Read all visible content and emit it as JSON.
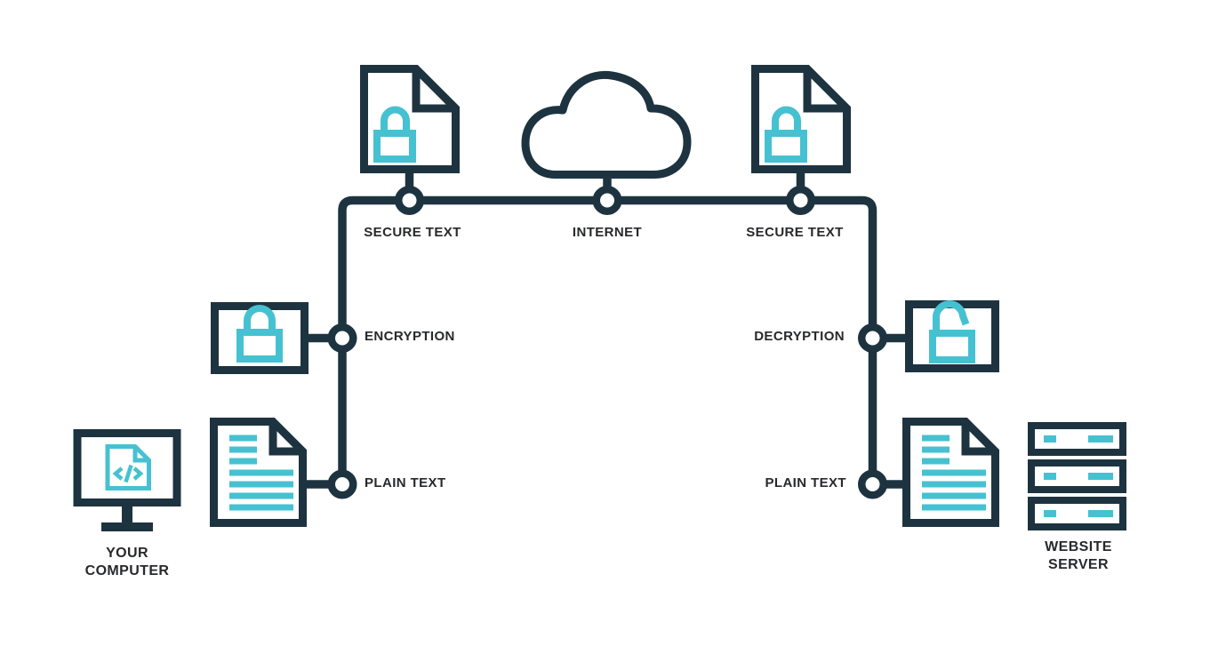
{
  "colors": {
    "outline": "#1d3340",
    "accent": "#46c1d1",
    "label": "#27292b",
    "background": "#ffffff"
  },
  "nodes": {
    "secure_text_left": {
      "label": "SECURE TEXT"
    },
    "internet": {
      "label": "INTERNET"
    },
    "secure_text_right": {
      "label": "SECURE TEXT"
    },
    "encryption": {
      "label": "ENCRYPTION"
    },
    "decryption": {
      "label": "DECRYPTION"
    },
    "plain_text_left": {
      "label": "PLAIN TEXT"
    },
    "plain_text_right": {
      "label": "PLAIN TEXT"
    }
  },
  "endpoints": {
    "your_computer": {
      "line1": "YOUR",
      "line2": "COMPUTER"
    },
    "website_server": {
      "line1": "WEBSITE",
      "line2": "SERVER"
    }
  },
  "icons": {
    "secure_document_left": "locked-document-icon",
    "internet_cloud": "cloud-icon",
    "secure_document_right": "locked-document-icon",
    "encryption_lock": "padlock-locked-icon",
    "decryption_lock": "padlock-unlocked-icon",
    "plain_document_left": "text-document-icon",
    "plain_document_right": "text-document-icon",
    "computer": "computer-monitor-icon",
    "server": "server-rack-icon"
  }
}
